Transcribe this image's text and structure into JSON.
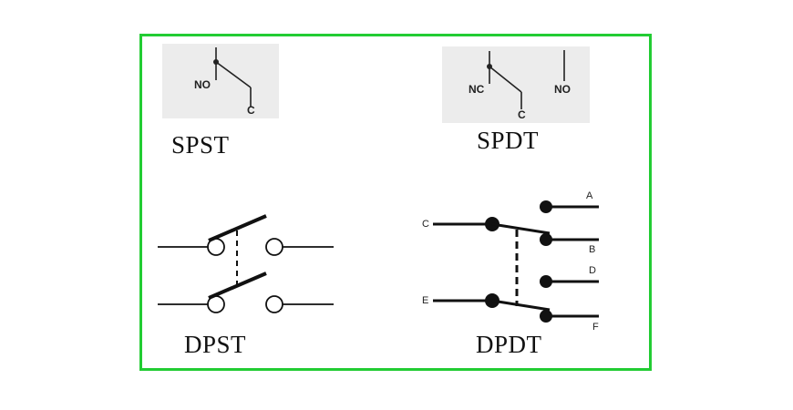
{
  "diagram": {
    "accent_border_color": "#22cc33",
    "switches": {
      "spst": {
        "caption": "SPST",
        "terminal_no": "NO",
        "terminal_c": "C"
      },
      "spdt": {
        "caption": "SPDT",
        "terminal_nc": "NC",
        "terminal_no": "NO",
        "terminal_c": "C"
      },
      "dpst": {
        "caption": "DPST"
      },
      "dpdt": {
        "caption": "DPDT",
        "terminals": {
          "a": "A",
          "b": "B",
          "c": "C",
          "d": "D",
          "e": "E",
          "f": "F"
        }
      }
    }
  }
}
